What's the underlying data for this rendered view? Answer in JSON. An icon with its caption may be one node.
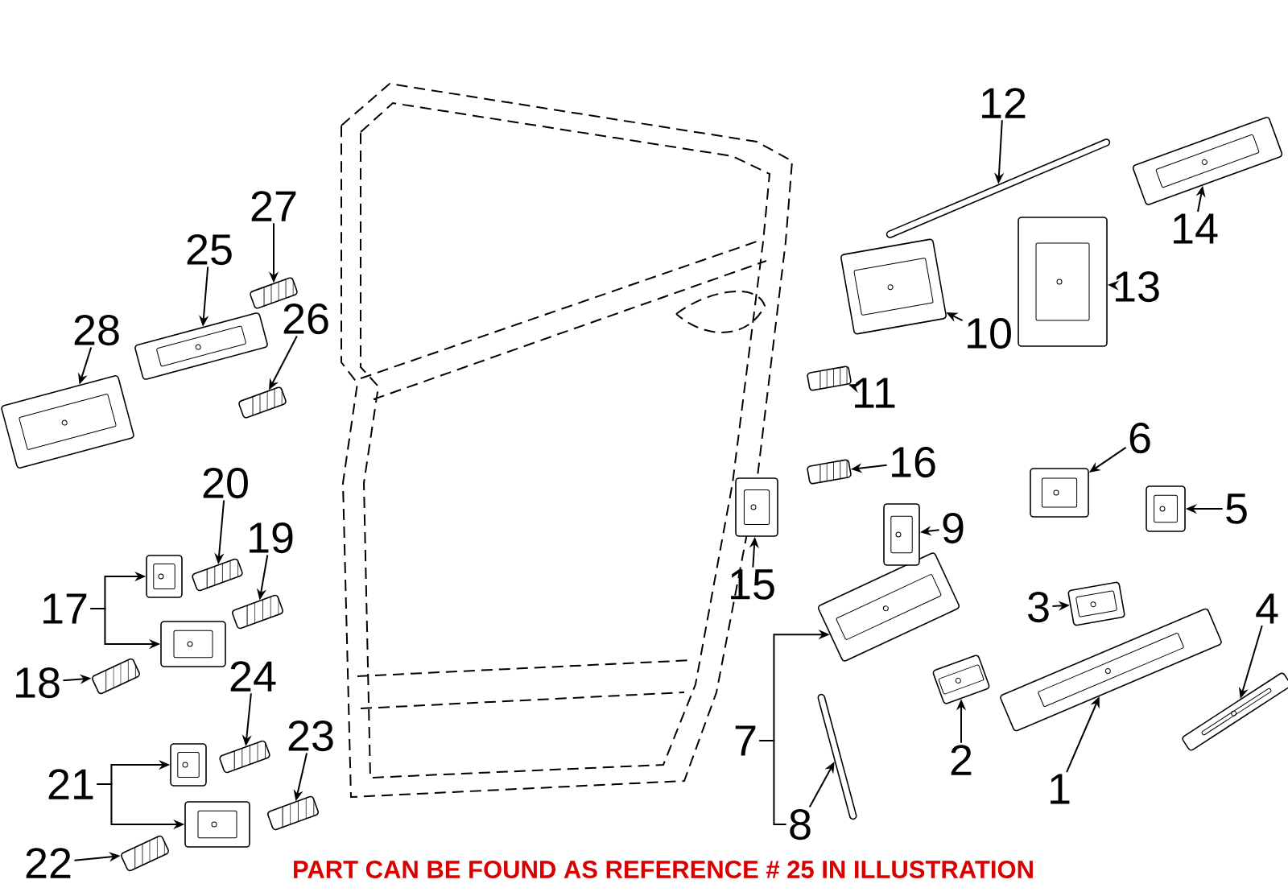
{
  "diagram": {
    "nodes": [
      {
        "text": [
          "1"
        ]
      },
      {
        "text": [
          "2"
        ]
      },
      {
        "text": [
          "3"
        ]
      },
      {
        "text": [
          "4"
        ]
      },
      {
        "text": [
          "5"
        ]
      },
      {
        "text": [
          "6"
        ]
      },
      {
        "text": [
          "7"
        ]
      },
      {
        "text": [
          "8"
        ]
      },
      {
        "text": [
          "9"
        ]
      },
      {
        "text": [
          "10"
        ]
      },
      {
        "text": [
          "11"
        ]
      },
      {
        "text": [
          "12"
        ]
      },
      {
        "text": [
          "13"
        ]
      },
      {
        "text": [
          "14"
        ]
      },
      {
        "text": [
          "15"
        ]
      },
      {
        "text": [
          "16"
        ]
      },
      {
        "text": [
          "17"
        ]
      },
      {
        "text": [
          "18"
        ]
      },
      {
        "text": [
          "19"
        ]
      },
      {
        "text": [
          "20"
        ]
      },
      {
        "text": [
          "21"
        ]
      },
      {
        "text": [
          "22"
        ]
      },
      {
        "text": [
          "23"
        ]
      },
      {
        "text": [
          "24"
        ]
      },
      {
        "text": [
          "25"
        ]
      },
      {
        "text": [
          "26"
        ]
      },
      {
        "text": [
          "27"
        ]
      },
      {
        "text": [
          "28"
        ]
      },
      {
        "text": [],
        "shape": "picture"
      },
      {
        "text": [],
        "shape": "picture"
      },
      {
        "text": [],
        "shape": "picture"
      },
      {
        "text": [],
        "shape": "picture"
      },
      {
        "text": [],
        "shape": "picture"
      },
      {
        "text": [],
        "shape": "picture"
      },
      {
        "text": [],
        "shape": "picture"
      },
      {
        "text": [],
        "shape": "picture"
      },
      {
        "text": [],
        "shape": "picture"
      },
      {
        "text": [],
        "shape": "picture"
      },
      {
        "text": [],
        "shape": "picture"
      },
      {
        "text": [],
        "shape": "picture"
      },
      {
        "text": [],
        "shape": "picture"
      },
      {
        "text": [],
        "shape": "picture"
      },
      {
        "text": [],
        "shape": "picture"
      },
      {
        "text": [],
        "shape": "picture"
      },
      {
        "text": [],
        "shape": "picture"
      },
      {
        "text": [],
        "shape": "picture"
      },
      {
        "text": [],
        "shape": "picture"
      },
      {
        "text": [],
        "shape": "picture"
      },
      {
        "text": [],
        "shape": "picture"
      },
      {
        "text": [],
        "shape": "picture"
      },
      {
        "text": [],
        "shape": "picture"
      },
      {
        "text": [],
        "shape": "picture"
      },
      {
        "text": [],
        "shape": "picture"
      },
      {
        "text": [],
        "shape": "picture"
      },
      {
        "text": [],
        "shape": "picture"
      },
      {
        "text": [],
        "shape": "picture"
      },
      {
        "text": [],
        "shape": "picture"
      },
      {
        "text": [],
        "shape": "picture"
      }
    ],
    "edges": [
      {
        "from": 0,
        "to": 28,
        "arrow": "to"
      },
      {
        "from": 1,
        "to": 29,
        "arrow": "to"
      },
      {
        "from": 2,
        "to": 30,
        "arrow": "to"
      },
      {
        "from": 3,
        "to": 31,
        "arrow": "to"
      },
      {
        "from": 4,
        "to": 32,
        "arrow": "to"
      },
      {
        "from": 5,
        "to": 33,
        "arrow": "to"
      },
      {
        "from": 6,
        "to": 34,
        "arrow": "to"
      },
      {
        "from": 6,
        "to": 7,
        "arrow": "none"
      },
      {
        "from": 7,
        "to": 35,
        "arrow": "to"
      },
      {
        "from": 8,
        "to": 36,
        "arrow": "to"
      },
      {
        "from": 9,
        "to": 37,
        "arrow": "to"
      },
      {
        "from": 10,
        "to": 38,
        "arrow": "to"
      },
      {
        "from": 11,
        "to": 39,
        "arrow": "to"
      },
      {
        "from": 12,
        "to": 40,
        "arrow": "to"
      },
      {
        "from": 13,
        "to": 41,
        "arrow": "to"
      },
      {
        "from": 14,
        "to": 42,
        "arrow": "to"
      },
      {
        "from": 15,
        "to": 43,
        "arrow": "to"
      },
      {
        "from": 16,
        "to": 44,
        "arrow": "to"
      },
      {
        "from": 16,
        "to": 45,
        "arrow": "to"
      },
      {
        "from": 17,
        "to": 46,
        "arrow": "to"
      },
      {
        "from": 18,
        "to": 47,
        "arrow": "to"
      },
      {
        "from": 19,
        "to": 48,
        "arrow": "to"
      },
      {
        "from": 20,
        "to": 49,
        "arrow": "to"
      },
      {
        "from": 20,
        "to": 50,
        "arrow": "to"
      },
      {
        "from": 21,
        "to": 51,
        "arrow": "to"
      },
      {
        "from": 22,
        "to": 52,
        "arrow": "to"
      },
      {
        "from": 23,
        "to": 53,
        "arrow": "to"
      },
      {
        "from": 24,
        "to": 54,
        "arrow": "to"
      },
      {
        "from": 25,
        "to": 55,
        "arrow": "to"
      },
      {
        "from": 26,
        "to": 56,
        "arrow": "to"
      },
      {
        "from": 27,
        "to": 57,
        "arrow": "to"
      }
    ],
    "labels": [
      "PART CAN BE FOUND AS REFERENCE # 25 IN ILLUSTRATION"
    ]
  }
}
